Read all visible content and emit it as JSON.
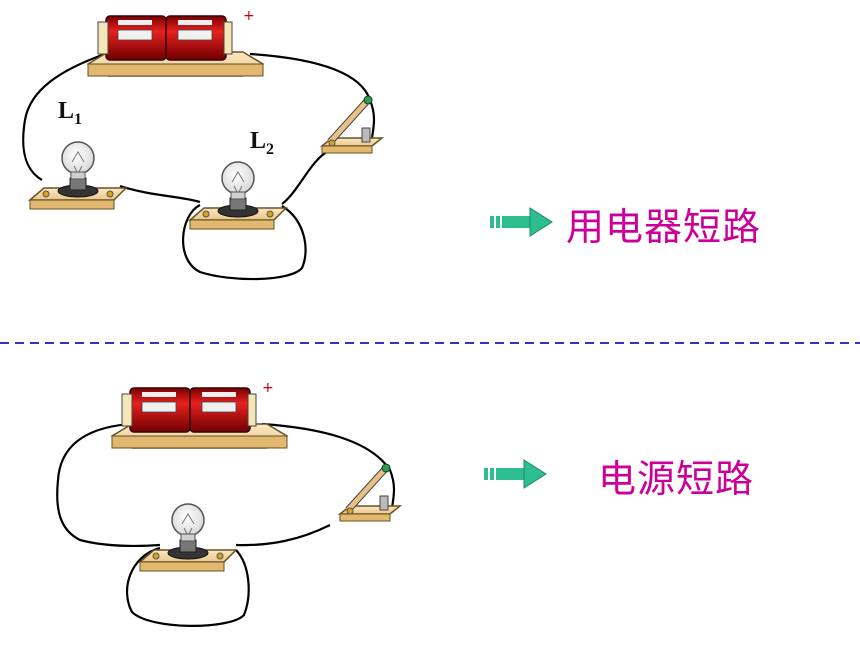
{
  "diagram": {
    "top": {
      "bulb1_label": "L",
      "bulb1_sub": "1",
      "bulb2_label": "L",
      "bulb2_sub": "2",
      "caption": "用电器短路"
    },
    "bottom": {
      "caption": "电源短路"
    },
    "colors": {
      "caption": "#cc0099",
      "divider": "#3333cc",
      "arrow": "#2dbd8f",
      "battery": "#cc1111",
      "board": "#f3d9a6",
      "wire": "#000000"
    }
  }
}
